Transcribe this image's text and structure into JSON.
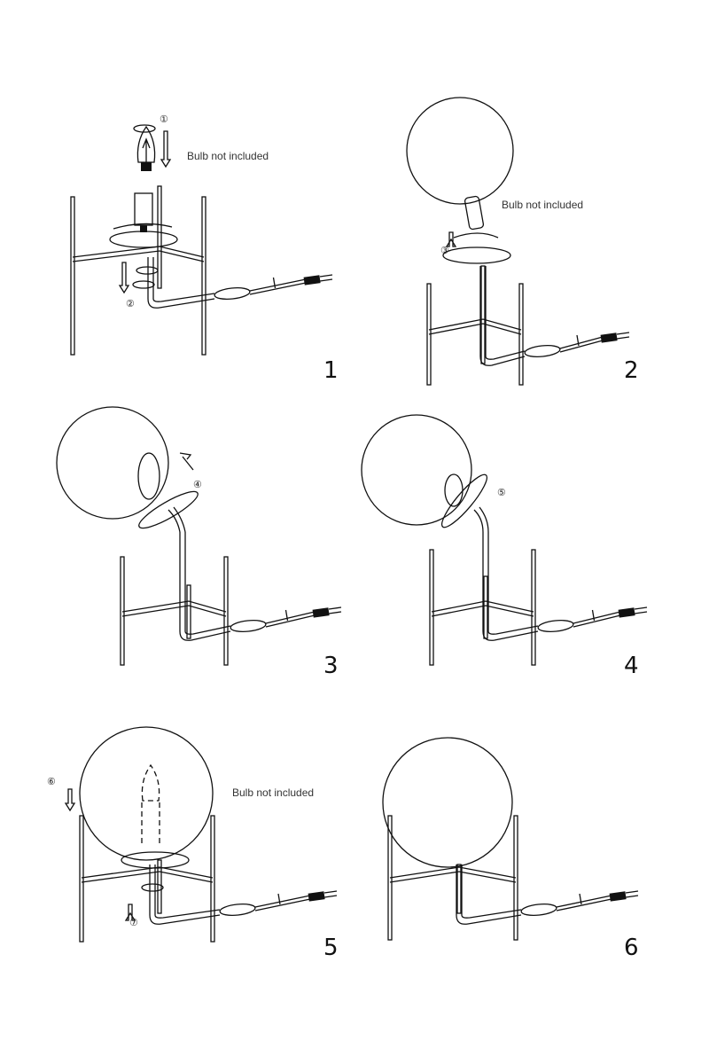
{
  "steps": [
    {
      "number": "1",
      "note": "Bulb not included",
      "markers": [
        "①",
        "②"
      ]
    },
    {
      "number": "2",
      "note": "Bulb not included",
      "markers": [
        "③"
      ]
    },
    {
      "number": "3",
      "markers": [
        "④"
      ]
    },
    {
      "number": "4",
      "markers": [
        "⑤"
      ]
    },
    {
      "number": "5",
      "note": "Bulb not included",
      "markers": [
        "⑥",
        "⑦"
      ]
    },
    {
      "number": "6"
    }
  ],
  "colors": {
    "line": "#111111",
    "text": "#333333"
  }
}
